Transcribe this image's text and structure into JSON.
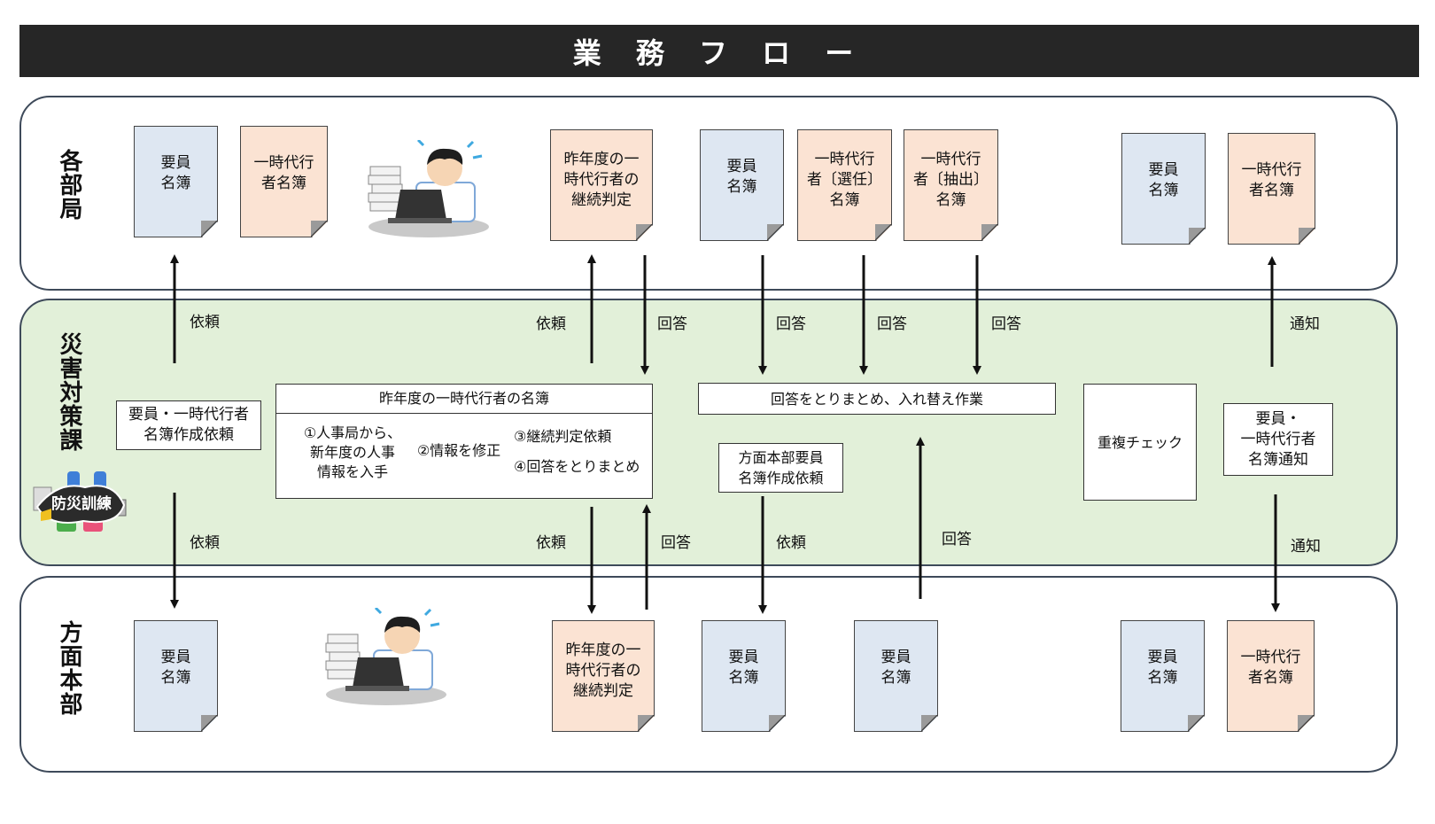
{
  "title": "業 務 フ ロ ー",
  "lanes": {
    "top": "各部局",
    "middle": "災害対策課",
    "bottom": "方面本部"
  },
  "badge_text": "防災訓練",
  "documents": {
    "top_roster": "要員\n名簿",
    "top_temp": "一時代行\n者名簿",
    "top_judge": "昨年度の一\n時代行者の\n継続判定",
    "top_roster2": "要員\n名簿",
    "top_selected": "一時代行\n者〔選任〕\n名簿",
    "top_extracted": "一時代行\n者〔抽出〕\n名簿",
    "top_roster3": "要員\n名簿",
    "top_temp3": "一時代行\n者名簿",
    "bot_roster": "要員\n名簿",
    "bot_judge": "昨年度の一\n時代行者の\n継続判定",
    "bot_roster2": "要員\n名簿",
    "bot_roster3": "要員\n名簿",
    "bot_roster4": "要員\n名簿",
    "bot_temp4": "一時代行\n者名簿"
  },
  "process_boxes": {
    "request_create": "要員・一時代行者\n名簿作成依頼",
    "last_year_header": "昨年度の一時代行者の名簿",
    "step1": "①人事局から、\n新年度の人事\n情報を入手",
    "step2": "②情報を修正",
    "step3": "③継続判定依頼",
    "step4": "④回答をとりまとめ",
    "compile": "回答をとりまとめ、入れ替え作業",
    "area_request": "方面本部要員\n名簿作成依頼",
    "dup_check": "重複チェック",
    "notify": "要員・\n一時代行者\n名簿通知"
  },
  "arrow_labels": {
    "req_up": "依頼",
    "req_up2": "依頼",
    "ans_down1": "回答",
    "ans_down2": "回答",
    "ans_down3": "回答",
    "ans_down4": "回答",
    "notify_up": "通知",
    "req_down": "依頼",
    "req_down2": "依頼",
    "ans_up1": "回答",
    "req_down3": "依頼",
    "ans_up2": "回答",
    "notify_down": "通知"
  }
}
